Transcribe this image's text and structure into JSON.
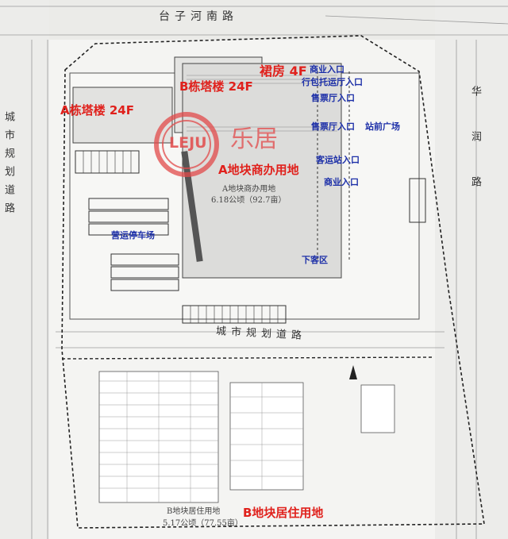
{
  "roads": {
    "north": "台子河南路",
    "west": "城市规划道路",
    "east": "华润路",
    "south": "城市规划道路"
  },
  "buildings": {
    "tower_a": "A栋塔楼 24F",
    "tower_b": "B栋塔楼 24F",
    "podium": "裙房 4F"
  },
  "entrances": {
    "commercial_1": "商业入口",
    "parcel_hall": "行包托运厅入口",
    "ticket_1": "售票厅入口",
    "ticket_2": "售票厅入口",
    "station_plaza": "站前广场",
    "passenger_station": "客运站入口",
    "commercial_2": "商业入口",
    "drop_off": "下客区",
    "bus_parking": "营运停车场"
  },
  "parcels": {
    "a_title": "A地块商办用地",
    "a_name": "A地块商办用地",
    "a_area": "6.18公顷（92.7亩）",
    "b_title": "B地块居住用地",
    "b_name": "B地块居住用地",
    "b_area": "5.17公顷（77.55亩）"
  },
  "logo": {
    "mark": "LEJU",
    "text": "乐居"
  },
  "colors": {
    "label_red": "#e0211c",
    "label_blue": "#1c2fa8",
    "logo_red": "#e24a4a",
    "boundary": "#222222"
  }
}
